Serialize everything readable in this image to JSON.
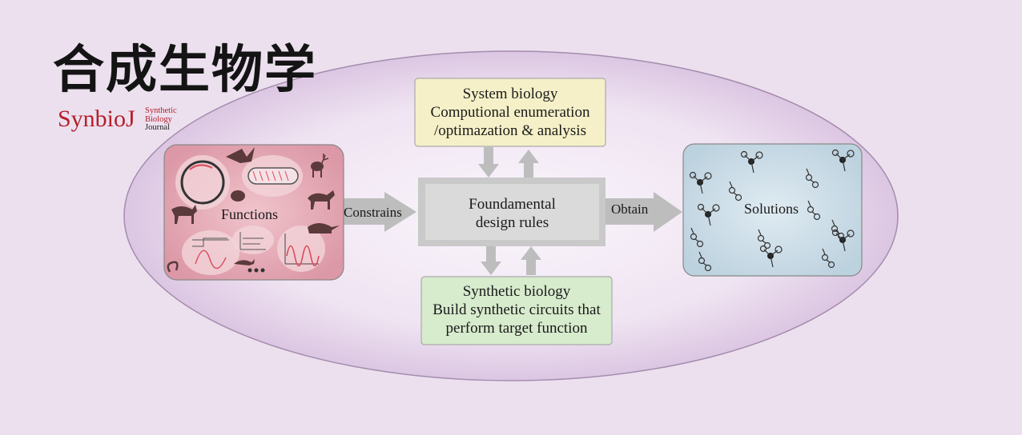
{
  "logo": {
    "chinese_title": "合成生物学",
    "english_mark": "SynbioJ",
    "subtitle_lines": [
      "Synthetic",
      "Biology",
      "Journal"
    ]
  },
  "boxes": {
    "system_biology": [
      "System biology",
      "Computional enumeration",
      "/optimazation & analysis"
    ],
    "design_rules": [
      "Foundamental",
      "design rules"
    ],
    "synthetic_biology": [
      "Synthetic biology",
      "Build synthetic circuits that",
      "perform target function"
    ]
  },
  "panels": {
    "functions_label": "Functions",
    "solutions_label": "Solutions"
  },
  "arrows": {
    "constrains_label": "Constrains",
    "obtain_label": "Obtain"
  },
  "colors": {
    "background": "#ece0ee",
    "ellipse_center": "#faf5fb",
    "ellipse_edge": "#dcc6e2",
    "system_box": "#f5f0c8",
    "synthetic_box": "#d7ebcd",
    "core_box": "#d6d6d6",
    "arrow": "#bdbdbd",
    "functions_panel": "#e0a2af",
    "solutions_panel": "#c8dbe6",
    "logo_red": "#b51f2c"
  },
  "icons": [
    "deer-icon",
    "horse-icon",
    "bird-icon",
    "frog-icon",
    "anteater-icon",
    "snake-icon",
    "dolphin-icon",
    "cell-icon",
    "bacterium-icon",
    "oscillation-graph-icon",
    "step-response-graph-icon",
    "network-motif-icon"
  ]
}
